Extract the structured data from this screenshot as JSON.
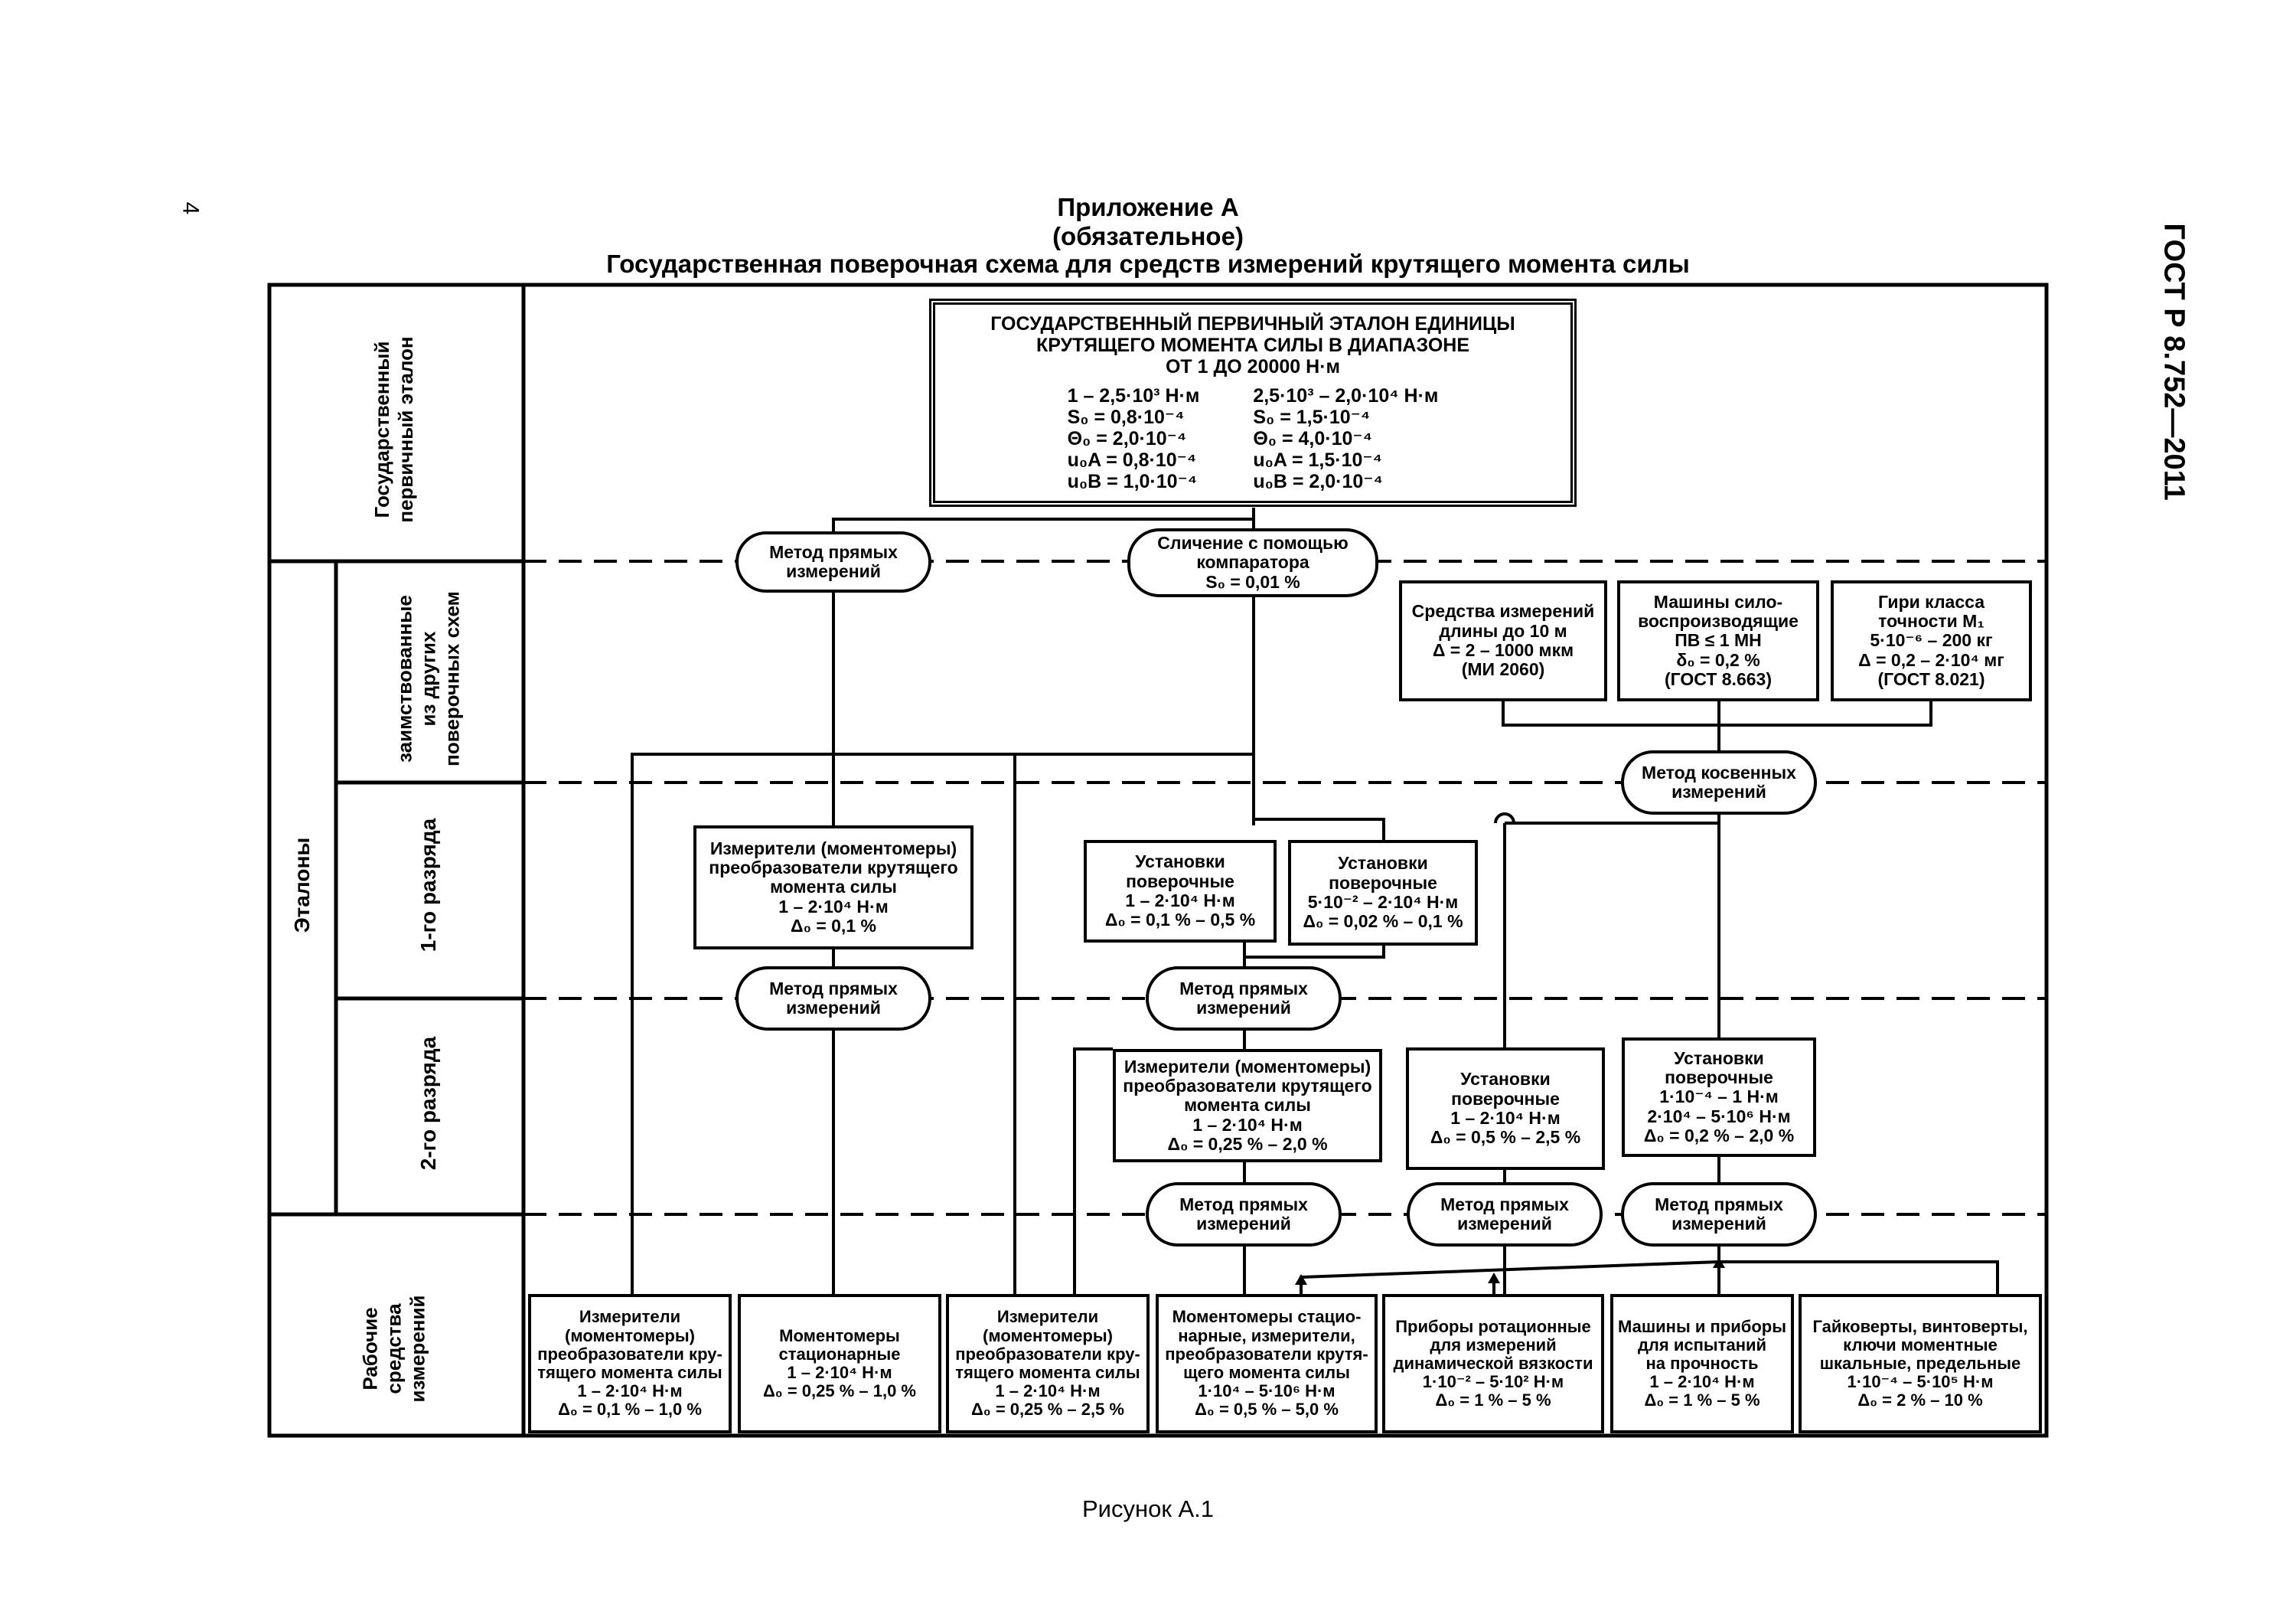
{
  "page": {
    "page_number": "4",
    "gost_code": "ГОСТ Р 8.752—2011",
    "appendix": "Приложение А",
    "status": "(обязательное)",
    "title": "Государственная поверочная схема для средств измерений крутящего момента силы",
    "caption": "Рисунок А.1"
  },
  "levels": {
    "primary": "Государственный первичный эталон",
    "etalons": "Эталоны",
    "borrowed": "заимствованные из других поверочных схем",
    "rank1": "1-го разряда",
    "rank2": "2-го разряда",
    "working": "Рабочие средства измерений"
  },
  "primary": {
    "title_lines": [
      "ГОСУДАРСТВЕННЫЙ ПЕРВИЧНЫЙ ЭТАЛОН ЕДИНИЦЫ",
      "КРУТЯЩЕГО МОМЕНТА СИЛЫ В ДИАПАЗОНЕ",
      "ОТ 1 ДО 20000 Н·м"
    ],
    "left": [
      "1 – 2,5·10³ Н·м",
      "S₀ = 0,8·10⁻⁴",
      "Θ₀ = 2,0·10⁻⁴",
      "u₀A = 0,8·10⁻⁴",
      "u₀B = 1,0·10⁻⁴"
    ],
    "right": [
      "2,5·10³ – 2,0·10⁴ Н·м",
      "S₀ = 1,5·10⁻⁴",
      "Θ₀ = 4,0·10⁻⁴",
      "u₀A = 1,5·10⁻⁴",
      "u₀B = 2,0·10⁻⁴"
    ]
  },
  "methods": {
    "direct": [
      "Метод прямых",
      "измерений"
    ],
    "comparator": [
      "Сличение с помощью",
      "компаратора",
      "S₀ = 0,01 %"
    ],
    "indirect": [
      "Метод косвенных",
      "измерений"
    ]
  },
  "borrowed": {
    "length": [
      "Средства измерений",
      "длины до 10 м",
      "Δ = 2 – 1000 мкм",
      "(МИ 2060)"
    ],
    "force": [
      "Машины сило-",
      "воспроизводящие",
      "ПВ ≤ 1 МН",
      "δ₀ = 0,2 %",
      "(ГОСТ 8.663)"
    ],
    "weights": [
      "Гири класса",
      "точности М₁",
      "5·10⁻⁶ – 200 кг",
      "Δ = 0,2 – 2·10⁴ мг",
      "(ГОСТ 8.021)"
    ]
  },
  "rank1": {
    "meters": [
      "Измерители (моментомеры)",
      "преобразователи крутящего",
      "момента силы",
      "1 – 2·10⁴ Н·м",
      "Δ₀ = 0,1 %"
    ],
    "install_a": [
      "Установки",
      "поверочные",
      "1 – 2·10⁴ Н·м",
      "Δ₀ = 0,1 % – 0,5 %"
    ],
    "install_b": [
      "Установки",
      "поверочные",
      "5·10⁻² – 2·10⁴ Н·м",
      "Δ₀ = 0,02 % – 0,1 %"
    ]
  },
  "rank2": {
    "meters": [
      "Измерители (моментомеры)",
      "преобразователи крутящего",
      "момента силы",
      "1 – 2·10⁴ Н·м",
      "Δ₀ = 0,25 % – 2,0 %"
    ],
    "install_a": [
      "Установки",
      "поверочные",
      "1 – 2·10⁴ Н·м",
      "Δ₀ = 0,5 % – 2,5 %"
    ],
    "install_b": [
      "Установки",
      "поверочные",
      "1·10⁻⁴ – 1 Н·м",
      "2·10⁴ – 5·10⁶ Н·м",
      "Δ₀ = 0,2 % – 2,0 %"
    ]
  },
  "working": {
    "w1": [
      "Измерители",
      "(моментомеры)",
      "преобразователи кру-",
      "тящего момента силы",
      "1 – 2·10⁴ Н·м",
      "Δ₀ = 0,1 % – 1,0 %"
    ],
    "w2": [
      "Моментомеры",
      "стационарные",
      "1 – 2·10⁴ Н·м",
      "Δ₀ = 0,25 % – 1,0 %"
    ],
    "w3": [
      "Измерители",
      "(моментомеры)",
      "преобразователи кру-",
      "тящего момента силы",
      "1 – 2·10⁴ Н·м",
      "Δ₀ = 0,25 % – 2,5 %"
    ],
    "w4": [
      "Моментомеры стацио-",
      "нарные, измерители,",
      "преобразователи крутя-",
      "щего момента силы",
      "1·10⁴ – 5·10⁶ Н·м",
      "Δ₀ = 0,5 % – 5,0 %"
    ],
    "w5": [
      "Приборы ротационные",
      "для измерений",
      "динамической вязкости",
      "1·10⁻² – 5·10² Н·м",
      "Δ₀ = 1 % – 5 %"
    ],
    "w6": [
      "Машины и приборы",
      "для испытаний",
      "на прочность",
      "1 – 2·10⁴ Н·м",
      "Δ₀ = 1 % – 5 %"
    ],
    "w7": [
      "Гайковерты, винтоверты,",
      "ключи моментные",
      "шкальные, предельные",
      "1·10⁻⁴ – 5·10⁵ Н·м",
      "Δ₀ = 2 % – 10 %"
    ]
  }
}
